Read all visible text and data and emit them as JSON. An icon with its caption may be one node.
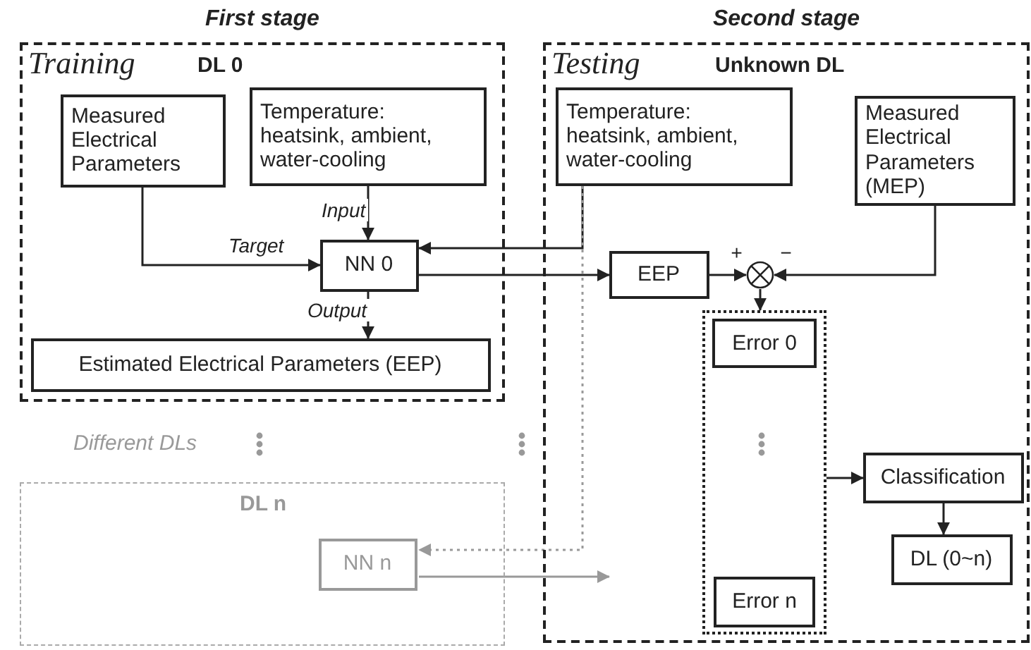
{
  "diagram": {
    "nodes": [
      {
        "text": [
          "First stage",
          "Training",
          "DL 0"
        ]
      },
      {
        "text": [
          "Measured Electrical Parameters"
        ],
        "in": 0
      },
      {
        "text": [
          "Temperature: heatsink, ambient, water-cooling"
        ],
        "in": 0
      },
      {
        "text": [
          "NN 0"
        ],
        "in": 0
      },
      {
        "text": [
          "Estimated Electrical Parameters (EEP)"
        ],
        "in": 0
      },
      {
        "text": [
          "Second stage",
          "Testing",
          "Unknown DL"
        ]
      },
      {
        "text": [
          "Temperature: heatsink, ambient, water-cooling"
        ],
        "in": 5
      },
      {
        "text": [
          "Measured Electrical Parameters (MEP)"
        ],
        "in": 5
      },
      {
        "text": [
          "EEP"
        ],
        "in": 5
      },
      {
        "text": [],
        "shape": "circle",
        "in": 5
      },
      {
        "text": [],
        "shape": "box",
        "in": 5
      },
      {
        "text": [
          "Error 0"
        ],
        "in": 10
      },
      {
        "text": [
          "Error n"
        ],
        "in": 10
      },
      {
        "text": [
          "Classification"
        ],
        "in": 5
      },
      {
        "text": [
          "DL (0~n)"
        ],
        "in": 5
      },
      {
        "text": [
          "DL n"
        ]
      },
      {
        "text": [
          "NN n"
        ],
        "in": 15
      }
    ],
    "edges": [
      {
        "from": 1,
        "to": 3,
        "arrow": "to",
        "label": "Target"
      },
      {
        "from": 2,
        "to": 3,
        "arrow": "to",
        "label": "Input"
      },
      {
        "from": 3,
        "to": 4,
        "arrow": "to",
        "label": "Output"
      },
      {
        "from": 6,
        "to": 3,
        "arrow": "to"
      },
      {
        "from": 3,
        "to": 8,
        "arrow": "to"
      },
      {
        "from": 8,
        "to": 9,
        "arrow": "to",
        "label": "+"
      },
      {
        "from": 7,
        "to": 9,
        "arrow": "to",
        "label": "−"
      },
      {
        "from": 9,
        "to": 10,
        "arrow": "to"
      },
      {
        "from": 10,
        "to": 13,
        "arrow": "to"
      },
      {
        "from": 13,
        "to": 14,
        "arrow": "to"
      },
      {
        "from": 6,
        "to": 16,
        "arrow": "to",
        "style": "dashed",
        "color": "#999999"
      },
      {
        "from": 16,
        "to": null,
        "arrow": "to",
        "color": "#999999"
      }
    ],
    "labels": [
      "Different DLs"
    ]
  }
}
